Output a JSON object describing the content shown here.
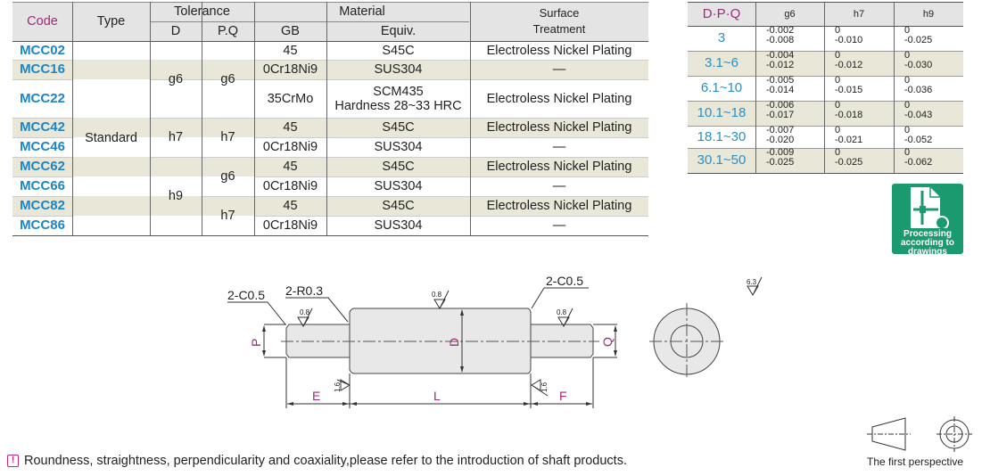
{
  "main_table": {
    "headers": {
      "code": "Code",
      "type": "Type",
      "tolerance": "Tolerance",
      "d": "D",
      "pq": "P.Q",
      "material": "Material",
      "gb": "GB",
      "equiv": "Equiv.",
      "surface_line1": "Surface",
      "surface_line2": "Treatment"
    },
    "type_value": "Standard",
    "tol_d": [
      "g6",
      "h7",
      "h9"
    ],
    "tol_pq": [
      "g6",
      "h7",
      "g6",
      "h7"
    ],
    "rows": [
      {
        "code": "MCC02",
        "gb": "45",
        "equiv": "S45C",
        "surface": "Electroless Nickel Plating"
      },
      {
        "code": "MCC16",
        "gb": "0Cr18Ni9",
        "equiv": "SUS304",
        "surface": "—"
      },
      {
        "code": "MCC22",
        "gb": "35CrMo",
        "equiv": "SCM435",
        "equiv2": "Hardness 28~33 HRC",
        "surface": "Electroless Nickel Plating"
      },
      {
        "code": "MCC42",
        "gb": "45",
        "equiv": "S45C",
        "surface": "Electroless Nickel Plating"
      },
      {
        "code": "MCC46",
        "gb": "0Cr18Ni9",
        "equiv": "SUS304",
        "surface": "—"
      },
      {
        "code": "MCC62",
        "gb": "45",
        "equiv": "S45C",
        "surface": "Electroless Nickel Plating"
      },
      {
        "code": "MCC66",
        "gb": "0Cr18Ni9",
        "equiv": "SUS304",
        "surface": "—"
      },
      {
        "code": "MCC82",
        "gb": "45",
        "equiv": "S45C",
        "surface": "Electroless Nickel Plating"
      },
      {
        "code": "MCC86",
        "gb": "0Cr18Ni9",
        "equiv": "SUS304",
        "surface": "—"
      }
    ]
  },
  "tol_table": {
    "headers": [
      "D·P·Q",
      "g6",
      "h7",
      "h9"
    ],
    "rows": [
      {
        "range": "3",
        "g6": [
          "-0.002",
          "-0.008"
        ],
        "h7": [
          "0",
          "-0.010"
        ],
        "h9": [
          "0",
          "-0.025"
        ]
      },
      {
        "range": "3.1~6",
        "g6": [
          "-0.004",
          "-0.012"
        ],
        "h7": [
          "0",
          "-0.012"
        ],
        "h9": [
          "0",
          "-0.030"
        ]
      },
      {
        "range": "6.1~10",
        "g6": [
          "-0.005",
          "-0.014"
        ],
        "h7": [
          "0",
          "-0.015"
        ],
        "h9": [
          "0",
          "-0.036"
        ]
      },
      {
        "range": "10.1~18",
        "g6": [
          "-0.006",
          "-0.017"
        ],
        "h7": [
          "0",
          "-0.018"
        ],
        "h9": [
          "0",
          "-0.043"
        ]
      },
      {
        "range": "18.1~30",
        "g6": [
          "-0.007",
          "-0.020"
        ],
        "h7": [
          "0",
          "-0.021"
        ],
        "h9": [
          "0",
          "-0.052"
        ]
      },
      {
        "range": "30.1~50",
        "g6": [
          "-0.009",
          "-0.025"
        ],
        "h7": [
          "0",
          "-0.025"
        ],
        "h9": [
          "0",
          "-0.062"
        ]
      }
    ]
  },
  "badge": {
    "line1": "Processing",
    "line2": "according to",
    "line3": "drawings",
    "color": "#1a9a6e"
  },
  "drawing": {
    "chamfer_left": "2-C0.5",
    "fillet": "2-R0.3",
    "chamfer_right": "2-C0.5",
    "rough_08": "0.8",
    "rough_16": "1.6",
    "rough_63": "6.3",
    "P": "P",
    "D": "D",
    "Q": "Q",
    "E": "E",
    "L": "L",
    "F": "F"
  },
  "note": "Roundness, straightness, perpendicularity and coaxiality,please refer to the introduction of shaft products.",
  "projection_label": "The first perspective"
}
